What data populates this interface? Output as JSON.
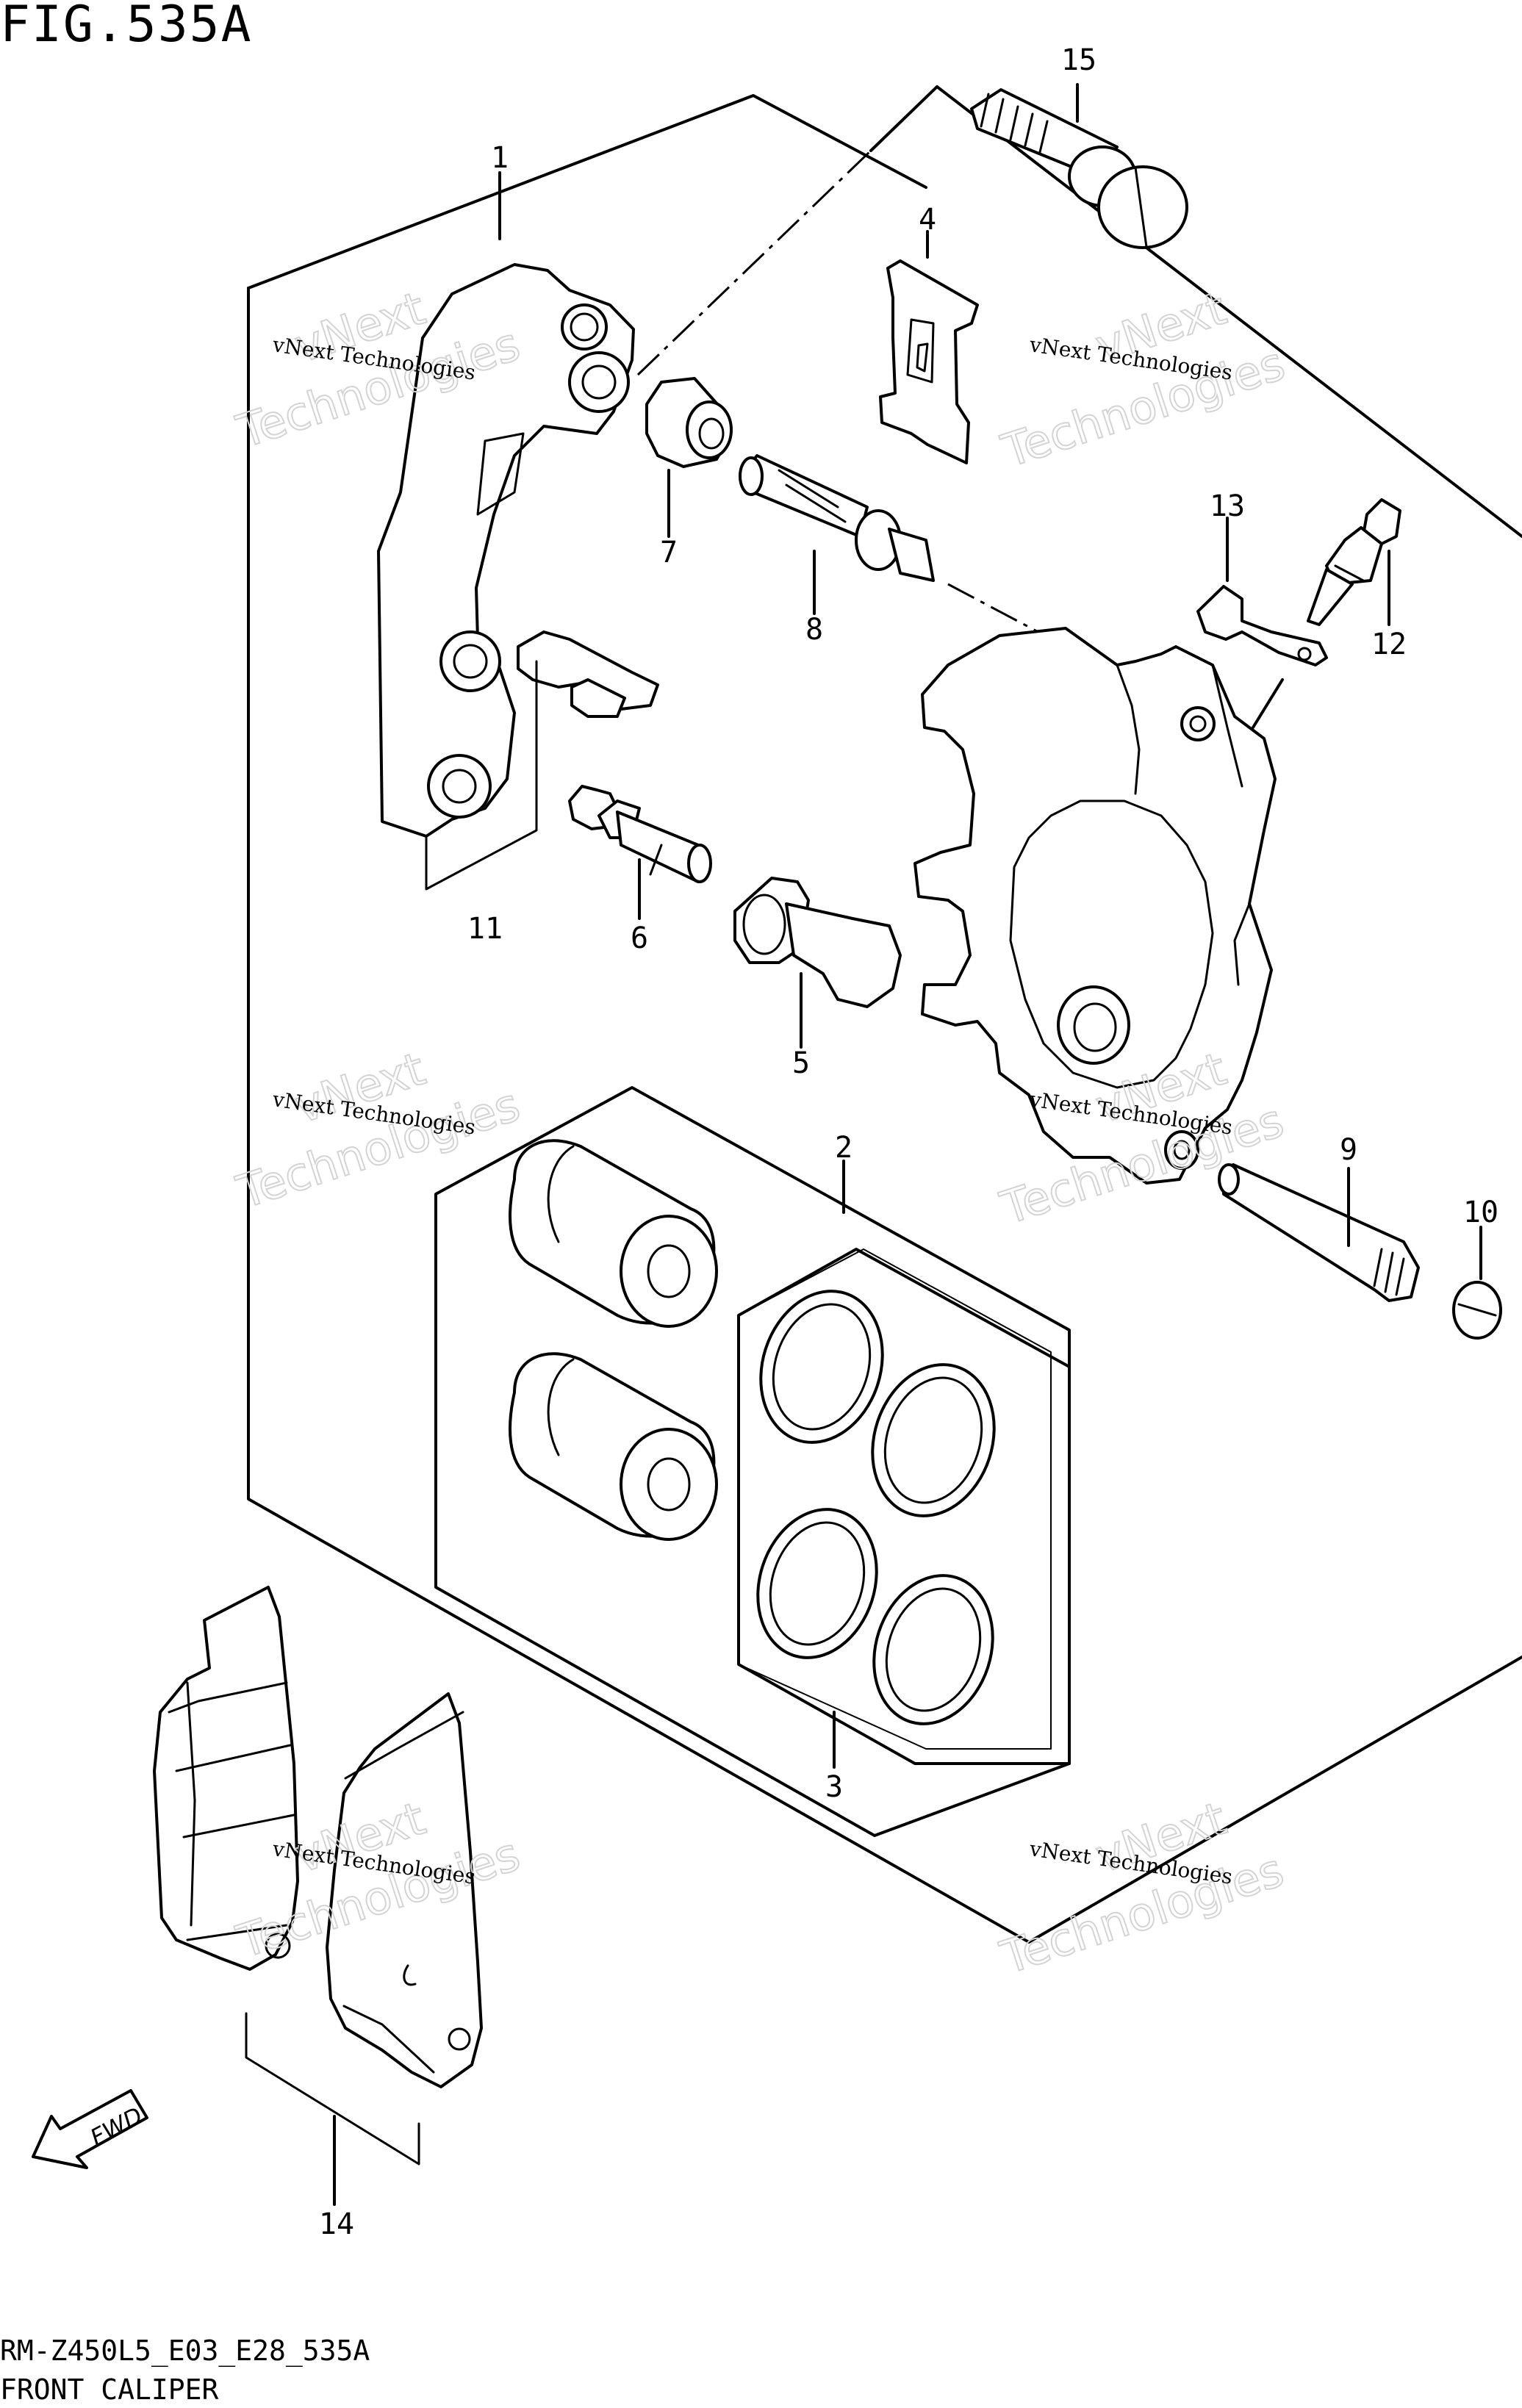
{
  "figure_title": "FIG.535A",
  "drawing_code": "RM-Z450L5_E03_E28_535A",
  "drawing_name": "FRONT CALIPER",
  "watermark": {
    "line1": "vNext Technologies",
    "line2": "vNext",
    "line3": "Technologies"
  },
  "fwd_label": "FWD",
  "callouts": {
    "c1": "1",
    "c2": "2",
    "c3": "3",
    "c4": "4",
    "c5": "5",
    "c6": "6",
    "c7": "7",
    "c8": "8",
    "c9": "9",
    "c10": "10",
    "c11": "11",
    "c12": "12",
    "c13": "13",
    "c14": "14",
    "c15": "15"
  }
}
